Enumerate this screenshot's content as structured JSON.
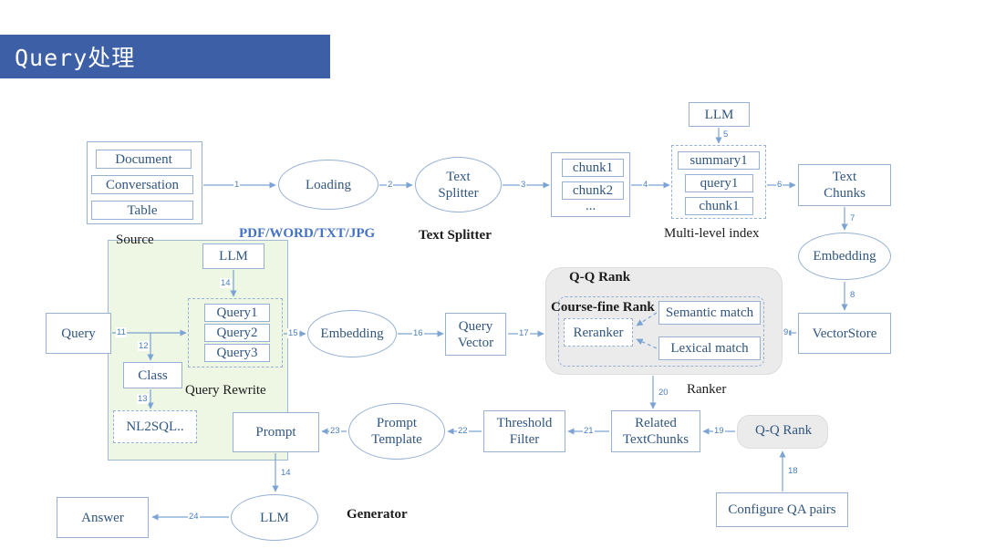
{
  "slide": {
    "title": "Query处理"
  },
  "labels": {
    "document": "Document",
    "conversation": "Conversation",
    "table": "Table",
    "caption_source": "Source",
    "loading": "Loading",
    "text_splitter_l1": "Text",
    "text_splitter_l2": "Splitter",
    "caption_pdf": "PDF/WORD/TXT/JPG",
    "caption_text_splitter": "Text Splitter",
    "chunk1": "chunk1",
    "chunk2": "chunk2",
    "dots": "...",
    "llm_top": "LLM",
    "summary1": "summary1",
    "query1_index": "query1",
    "chunk1_index": "chunk1",
    "caption_multi_level": "Multi-level index",
    "text_chunks_l1": "Text",
    "text_chunks_l2": "Chunks",
    "embedding_right": "Embedding",
    "vector_store": "VectorStore",
    "query": "Query",
    "llm_rewrite": "LLM",
    "query1": "Query1",
    "query2": "Query2",
    "query3": "Query3",
    "class_box": "Class",
    "nl2sql": "NL2SQL..",
    "caption_query_rewrite": "Query Rewrite",
    "embedding_left": "Embedding",
    "query_vector_l1": "Query",
    "query_vector_l2": "Vector",
    "qq_rank_title": "Q-Q Rank",
    "course_fine_rank": "Course-fine Rank",
    "reranker": "Reranker",
    "semantic_match": "Semantic match",
    "lexical_match": "Lexical match",
    "caption_ranker": "Ranker",
    "related_l1": "Related",
    "related_l2": "TextChunks",
    "qq_rank_small": "Q-Q Rank",
    "configure_qa": "Configure QA pairs",
    "threshold_l1": "Threshold",
    "threshold_l2": "Filter",
    "prompt_template_l1": "Prompt",
    "prompt_template_l2": "Template",
    "prompt": "Prompt",
    "llm_generator": "LLM",
    "caption_generator": "Generator",
    "answer": "Answer"
  },
  "nums": {
    "n1": "1",
    "n2": "2",
    "n3": "3",
    "n4": "4",
    "n5": "5",
    "n6": "6",
    "n7": "7",
    "n8": "8",
    "n9": "9",
    "n11": "11",
    "n12": "12",
    "n13": "13",
    "n14a": "14",
    "n14b": "14",
    "n15": "15",
    "n16": "16",
    "n17": "17",
    "n18": "18",
    "n19": "19",
    "n20": "20",
    "n21": "21",
    "n22": "22",
    "n23": "23",
    "n24": "24"
  },
  "colors": {
    "banner_bg": "#3d5fa6",
    "banner_text": "#ffffff",
    "node_border": "#96b1d4",
    "node_text": "#31567f",
    "arrow": "#7ba3d4",
    "number_text": "#4a7ebb",
    "green_fill": "#e9f3dd",
    "gray_container": "#ebebeb",
    "caption_blue": "#4472c4"
  }
}
